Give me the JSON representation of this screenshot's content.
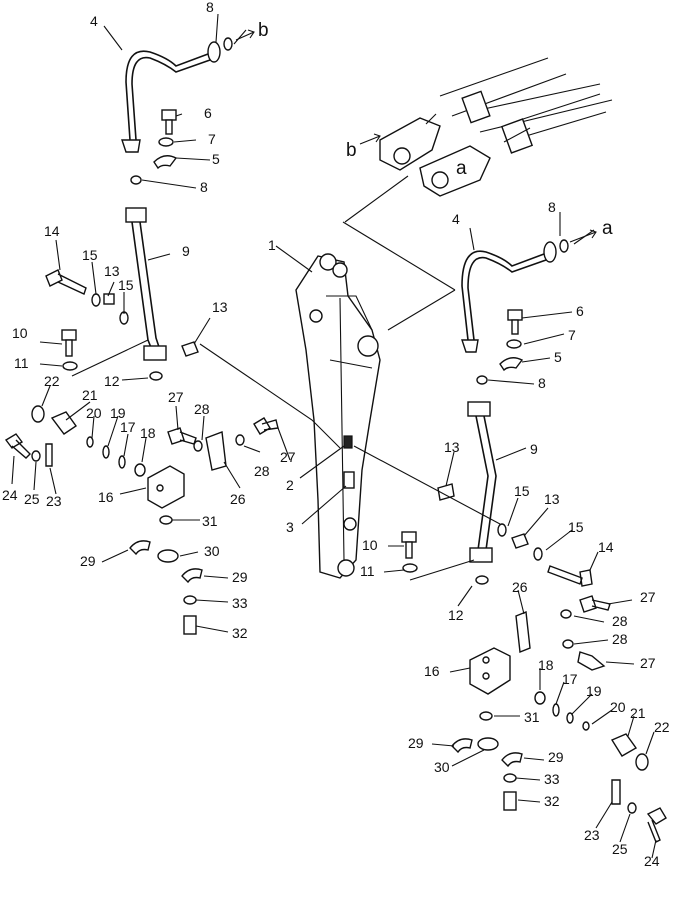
{
  "diagram": {
    "letters": {
      "a": "a",
      "b": "b"
    },
    "labels": {
      "n1": "1",
      "n2": "2",
      "n3": "3",
      "n4": "4",
      "n5": "5",
      "n6": "6",
      "n7": "7",
      "n8": "8",
      "n9": "9",
      "n10": "10",
      "n11": "11",
      "n12": "12",
      "n13": "13",
      "n14": "14",
      "n15": "15",
      "n16": "16",
      "n17": "17",
      "n18": "18",
      "n19": "19",
      "n20": "20",
      "n21": "21",
      "n22": "22",
      "n23": "23",
      "n24": "24",
      "n25": "25",
      "n26": "26",
      "n27": "27",
      "n28": "28",
      "n29": "29",
      "n30": "30",
      "n31": "31",
      "n32": "32",
      "n33": "33"
    }
  }
}
